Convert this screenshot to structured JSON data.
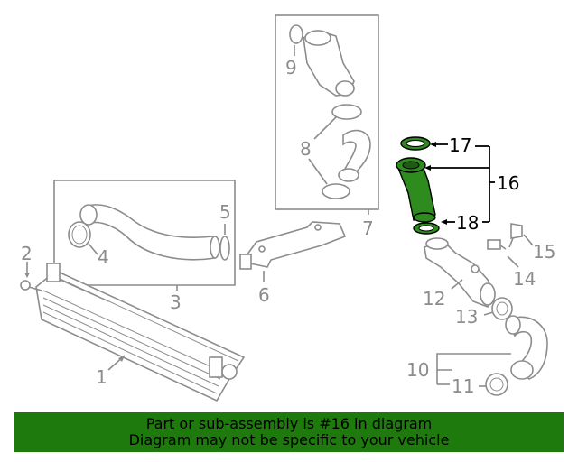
{
  "colors": {
    "diagram_line": "#8c8c8c",
    "highlight_fill": "#2e8b1e",
    "highlight_outline": "#000000",
    "banner_background": "#1e7a0c",
    "banner_text": "#000000"
  },
  "labels": {
    "p1": "1",
    "p2": "2",
    "p3": "3",
    "p4": "4",
    "p5": "5",
    "p6": "6",
    "p7": "7",
    "p8": "8",
    "p9": "9",
    "p10": "10",
    "p11": "11",
    "p12": "12",
    "p13": "13",
    "p14": "14",
    "p15": "15",
    "p16": "16",
    "p17": "17",
    "p18": "18"
  },
  "highlighted_part": "16",
  "banner": {
    "line1": "Part or sub-assembly is #16 in diagram",
    "line2": "Diagram may not be specific to your vehicle"
  }
}
